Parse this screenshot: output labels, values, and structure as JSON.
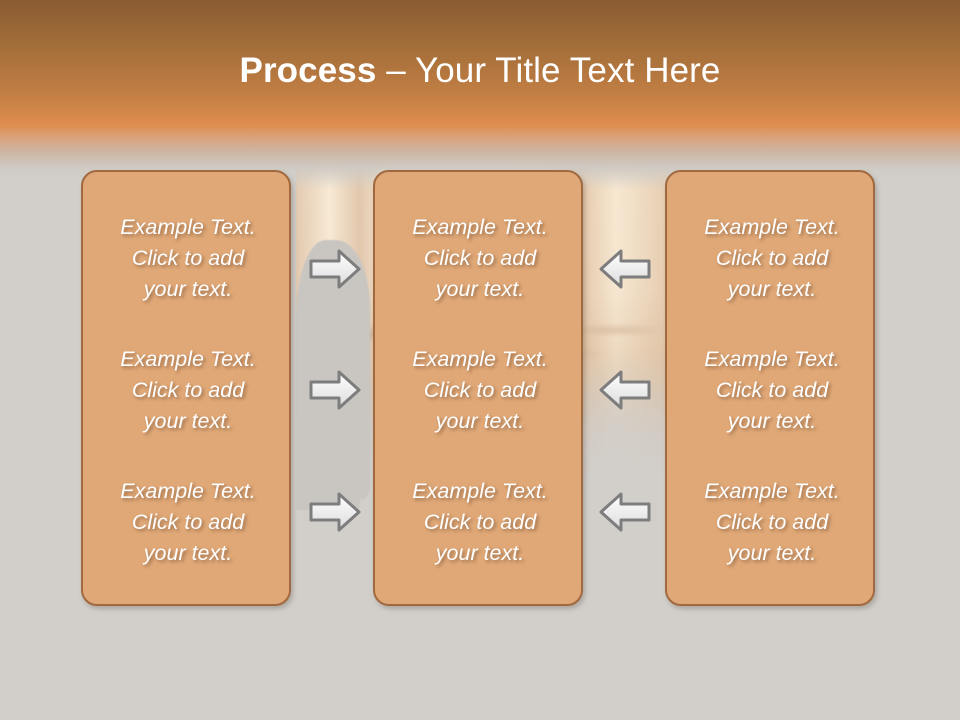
{
  "slide": {
    "title_strong": "Process",
    "title_rest": " – Your Title Text Here",
    "background_color": "#d2cfcb",
    "header_top_color": "#8a5c31",
    "header_accent_color": "#de8e50",
    "box_fill_color": "#e0a877",
    "box_border_color": "#a1693f",
    "text_color": "#ffffff",
    "arrow_fill_color": "#ececec",
    "arrow_border_color": "#7d7d7d"
  },
  "columns": [
    {
      "name": "column-left",
      "cells": [
        {
          "line1": "Example Text.",
          "line2": "Click  to add",
          "line3": "your text."
        },
        {
          "line1": "Example Text.",
          "line2": "Click  to add",
          "line3": "your text."
        },
        {
          "line1": "Example Text.",
          "line2": "Click  to add",
          "line3": "your text."
        }
      ]
    },
    {
      "name": "column-middle",
      "cells": [
        {
          "line1": "Example Text.",
          "line2": "Click  to add",
          "line3": "your text."
        },
        {
          "line1": "Example Text.",
          "line2": "Click  to add",
          "line3": "your text."
        },
        {
          "line1": "Example Text.",
          "line2": "Click  to add",
          "line3": "your text."
        }
      ]
    },
    {
      "name": "column-right",
      "cells": [
        {
          "line1": "Example Text.",
          "line2": "Click  to add",
          "line3": "your text."
        },
        {
          "line1": "Example Text.",
          "line2": "Click  to add",
          "line3": "your text."
        },
        {
          "line1": "Example Text.",
          "line2": "Click  to add",
          "line3": "your text."
        }
      ]
    }
  ],
  "arrows": {
    "left_group_direction": "right",
    "right_group_direction": "left",
    "count_per_group": 3
  }
}
